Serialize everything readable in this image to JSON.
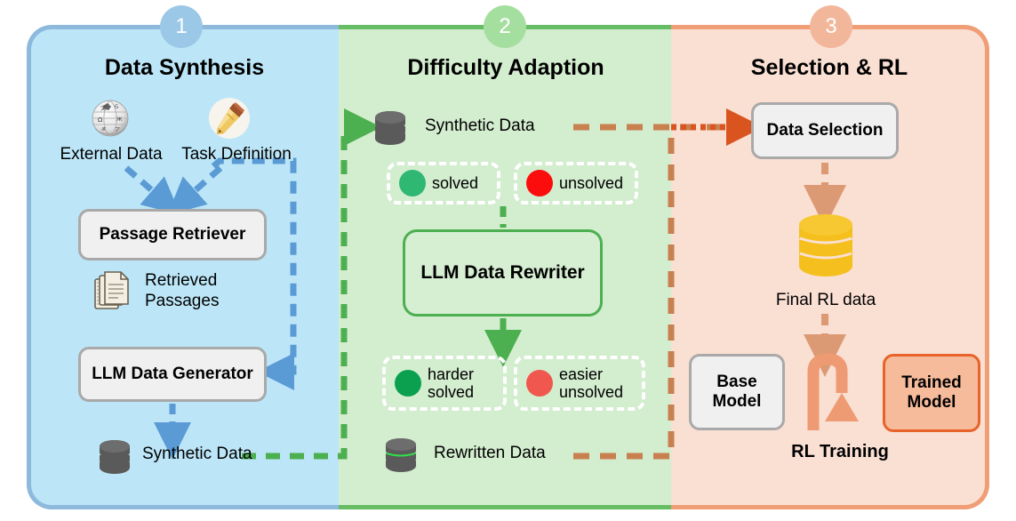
{
  "panels": [
    {
      "number": "1",
      "title": "Data Synthesis",
      "accent": "#8db9dd",
      "fill": "#bce6f7",
      "circle": "#9cc8e8"
    },
    {
      "number": "2",
      "title": "Difficulty Adaption",
      "accent": "#66bd63",
      "fill": "#d3edcf",
      "circle": "#a5dfa0"
    },
    {
      "number": "3",
      "title": "Selection & RL",
      "accent": "#ef9e75",
      "fill": "#fadfd3",
      "circle": "#f2b79b"
    }
  ],
  "panel1": {
    "external_data_label": "External Data",
    "task_definition_label": "Task Definition",
    "external_data_icon": "wikipedia-globe-icon",
    "task_definition_icon": "fountain-pen-icon",
    "passage_retriever": "Passage Retriever",
    "retrieved_passages_label": "Retrieved\nPassages",
    "retrieved_passages_icon": "documents-stack-icon",
    "llm_data_generator": "LLM Data\nGenerator",
    "synthetic_data_label": "Synthetic Data",
    "synthetic_data_icon": "database-icon"
  },
  "panel2": {
    "synthetic_data_label": "Synthetic Data",
    "synthetic_data_icon": "database-icon",
    "solved_label": "solved",
    "unsolved_label": "unsolved",
    "solved_color": "#2eb872",
    "unsolved_color": "#fb0d0d",
    "rewriter": "LLM Data Rewriter",
    "harder_solved_label": "harder\nsolved",
    "easier_unsolved_label": "easier\nunsolved",
    "harder_color": "#0ba04f",
    "easier_color": "#f0574f",
    "rewritten_data_label": "Rewritten Data",
    "rewritten_data_icon": "database-icon"
  },
  "panel3": {
    "data_selection": "Data\nSelection",
    "final_rl_data_label": "Final RL data",
    "final_rl_data_icon": "database-icon-yellow",
    "base_model": "Base\nModel",
    "trained_model": "Trained\nModel",
    "rl_training_label": "RL Training",
    "rl_training_icon": "curved-arrow-icon"
  },
  "colors": {
    "blue_arrow": "#5b9bd5",
    "green_arrow": "#4caf50",
    "orange_arrow": "#c8804f",
    "orange_arrow_strong": "#d9541e",
    "orange_dash": "#d99a76",
    "db_gray": "#5a5a5a",
    "db_yellow": "#f5c01e",
    "rl_arrow": "#ee9a73"
  }
}
